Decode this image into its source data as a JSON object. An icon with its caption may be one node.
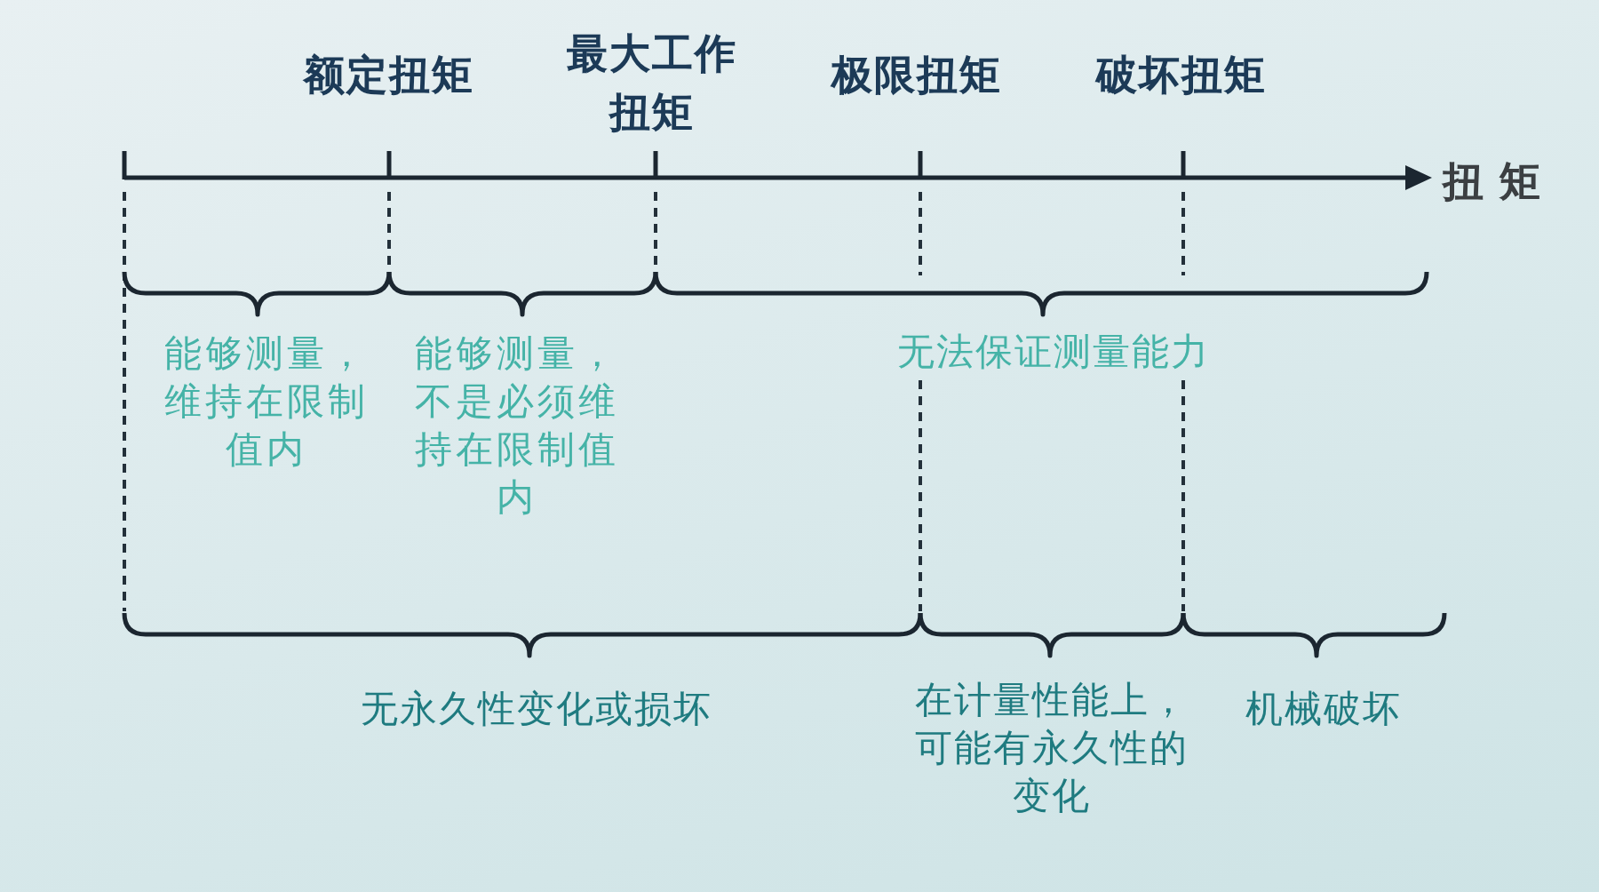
{
  "diagram": {
    "labels": [
      "额定扭矩",
      "最大工作扭矩",
      "极限扭矩",
      "破坏扭矩",
      "扭矩",
      "能够测量，维持在限制值内",
      "能够测量，不是必须维持在限制值内",
      "无法保证测量能力",
      "无永久性变化或损坏",
      "在计量性能上，可能有永久性的变化",
      "机械破坏"
    ]
  }
}
